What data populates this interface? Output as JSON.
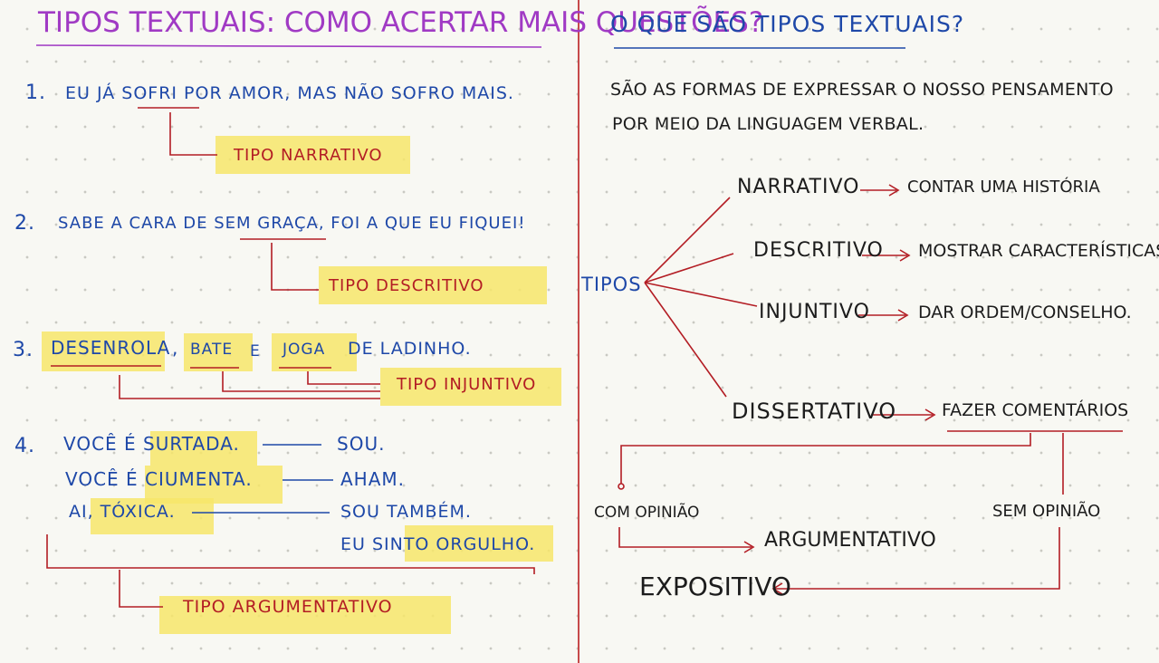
{
  "left": {
    "title": "TIPOS TEXTUAIS: COMO ACERTAR MAIS QUESTÕES?",
    "ex1": {
      "number": "1.",
      "text": "EU JÁ SOFRI POR AMOR, MAS NÃO SOFRO MAIS.",
      "label": "TIPO NARRATIVO"
    },
    "ex2": {
      "number": "2.",
      "text": "SABE A CARA DE SEM GRAÇA, FOI A QUE EU FIQUEI!",
      "label": "TIPO DESCRITIVO"
    },
    "ex3": {
      "number": "3.",
      "w1": "DESENROLA",
      "comma": ",",
      "w2": "BATE",
      "e": "E",
      "w3": "JOGA",
      "rest": "DE LADINHO.",
      "label": "TIPO INJUNTIVO"
    },
    "ex4": {
      "number": "4.",
      "q1": "VOCÊ É SURTADA.",
      "a1": "SOU.",
      "q2": "VOCÊ É CIUMENTA.",
      "a2": "AHAM.",
      "q3": "AI, TÓXICA.",
      "a3": "SOU TAMBÉM.",
      "a4": "EU SINTO ORGULHO.",
      "label": "TIPO ARGUMENTATIVO"
    }
  },
  "right": {
    "title": "O QUE SÃO TIPOS TEXTUAIS?",
    "definition1": "SÃO AS FORMAS DE EXPRESSAR O NOSSO PENSAMENTO",
    "definition2": "POR MEIO DA LINGUAGEM VERBAL.",
    "tipos": "TIPOS",
    "narrativo": "NARRATIVO",
    "narrativo_desc": "CONTAR UMA HISTÓRIA",
    "descritivo": "DESCRITIVO",
    "descritivo_desc": "MOSTRAR CARACTERÍSTICAS",
    "injuntivo": "INJUNTIVO",
    "injuntivo_desc": "DAR ORDEM/CONSELHO.",
    "dissertativo": "DISSERTATIVO",
    "dissertativo_desc": "FAZER COMENTÁRIOS",
    "com_opiniao": "COM OPINIÃO",
    "sem_opiniao": "SEM OPINIÃO",
    "argumentativo": "ARGUMENTATIVO",
    "expositivo": "EXPOSITIVO"
  },
  "colors": {
    "highlight": "#f7e66a",
    "ink_red": "#b31d24",
    "ink_blue": "#1e48a8",
    "ink_purple": "#a03ac4",
    "ink_black": "#1c1c1c"
  }
}
